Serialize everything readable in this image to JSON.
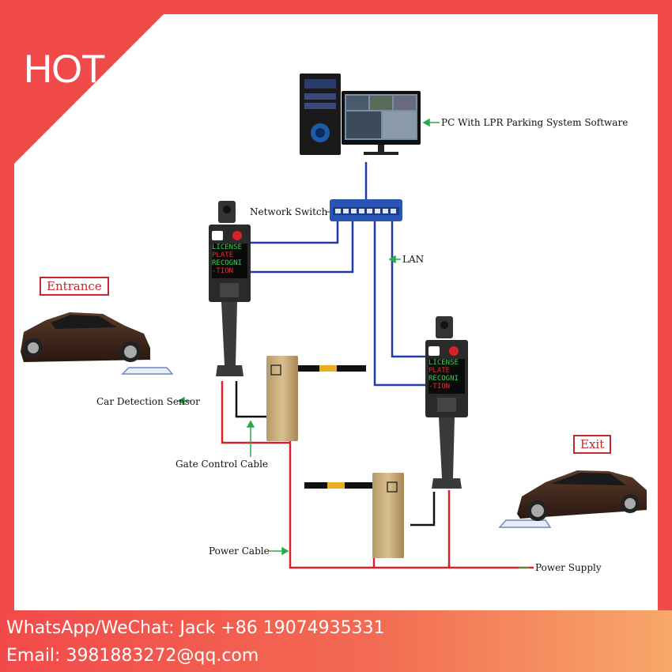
{
  "badge": {
    "hot": "HOT"
  },
  "diagram": {
    "labels": {
      "pc": "PC With LPR Parking System Software",
      "network_switch": "Network Switch",
      "lan": "LAN",
      "entrance": "Entrance",
      "exit": "Exit",
      "car_sensor": "Car Detection Sensor",
      "gate_cable": "Gate Control Cable",
      "power_cable": "Power Cable",
      "power_supply": "Power Supply"
    },
    "screen_text": [
      "LICENSE",
      "PLATE",
      "RECOGNI",
      "-TION"
    ],
    "colors": {
      "network": "#1e3ca8",
      "power": "#d8222a",
      "control": "#111111",
      "arrow": "#2aa84a",
      "accent": "#f04a4a"
    }
  },
  "footer": {
    "contact": "WhatsApp/WeChat: Jack +86 19074935331",
    "email": "Email: 3981883272@qq.com"
  }
}
